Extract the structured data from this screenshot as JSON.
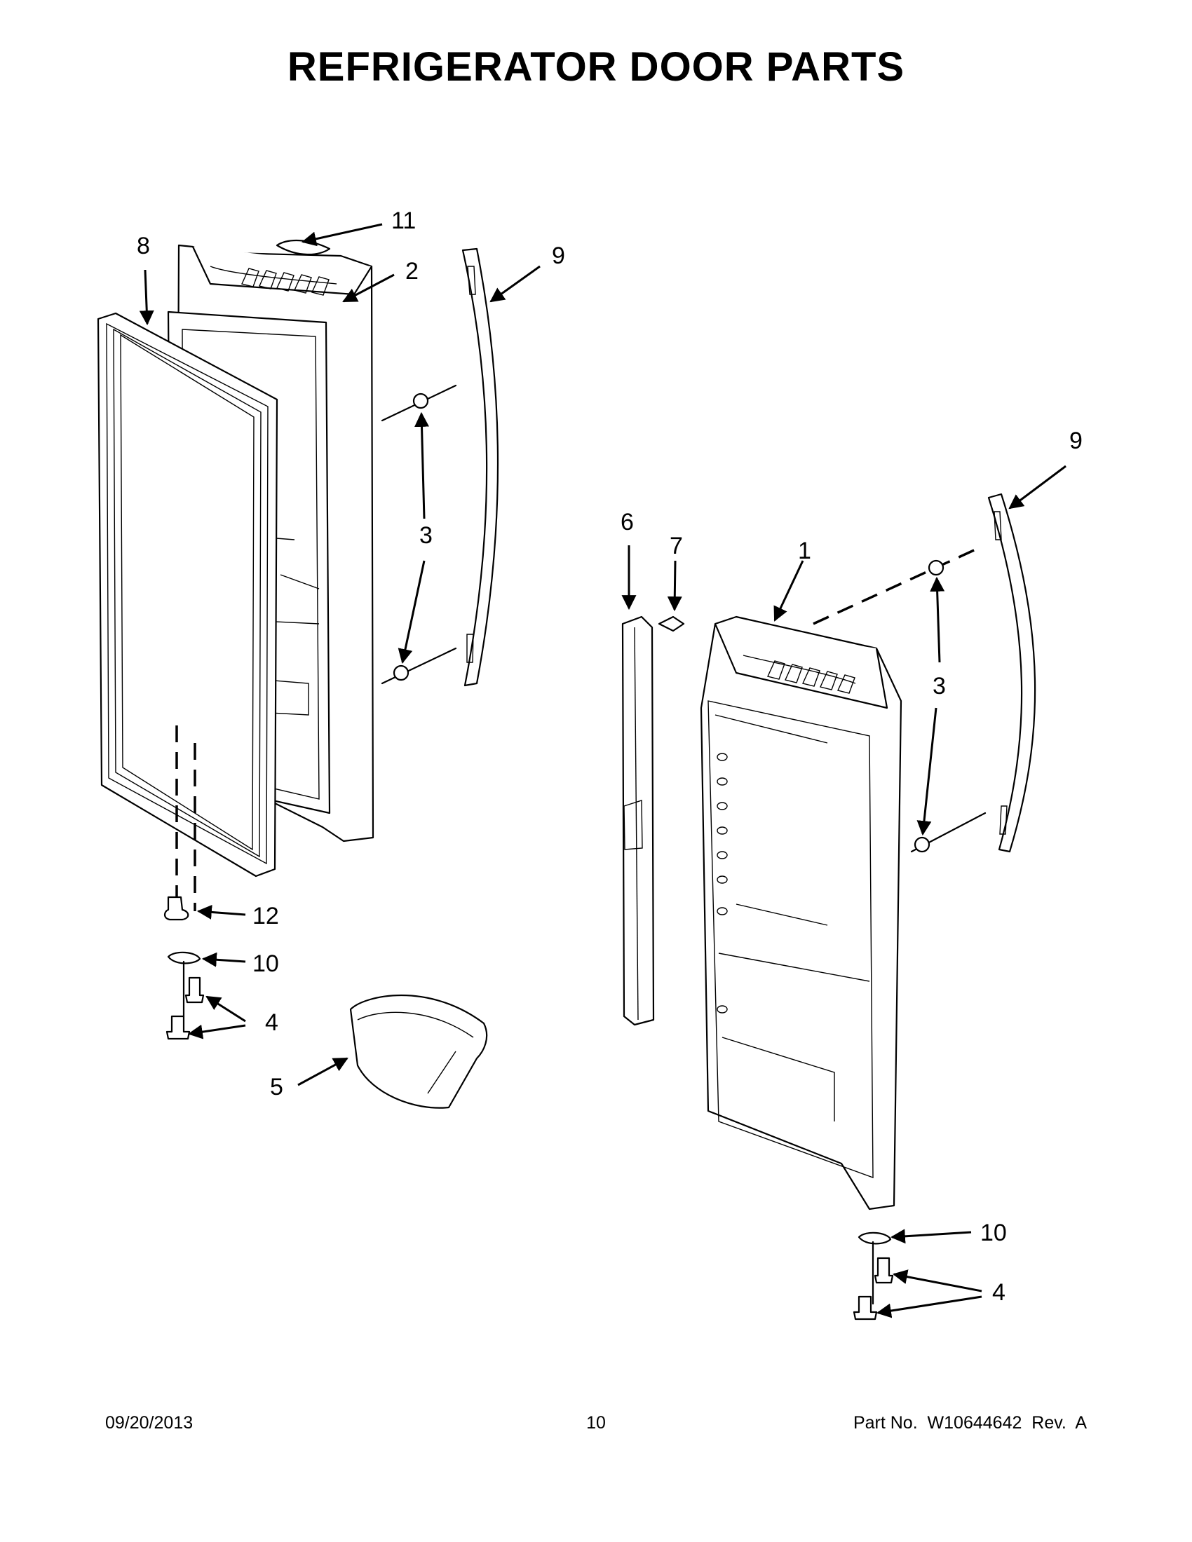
{
  "title": "REFRIGERATOR DOOR PARTS",
  "callouts": {
    "c1": "1",
    "c2": "2",
    "c3a": "3",
    "c3b": "3",
    "c4a": "4",
    "c4b": "4",
    "c5": "5",
    "c6": "6",
    "c7": "7",
    "c8": "8",
    "c9a": "9",
    "c9b": "9",
    "c10a": "10",
    "c10b": "10",
    "c11": "11",
    "c12": "12"
  },
  "footer": {
    "date": "09/20/2013",
    "page": "10",
    "part_no": "Part No.  W10644642  Rev.  A"
  }
}
